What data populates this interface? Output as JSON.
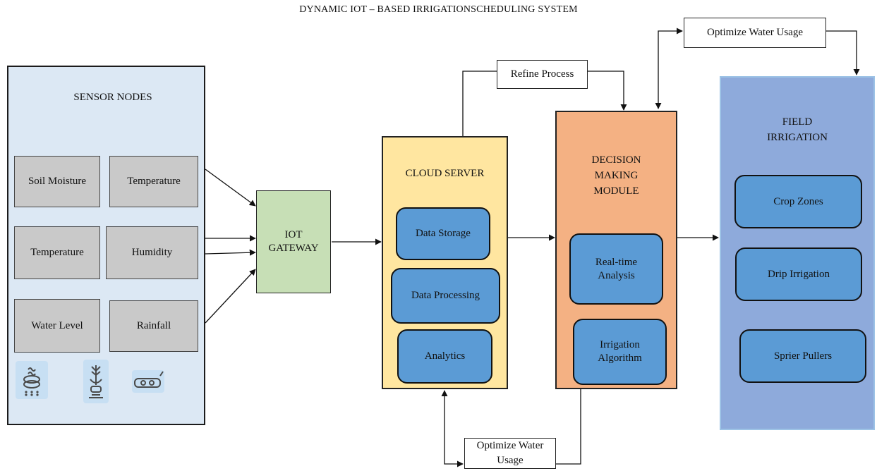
{
  "title": "DYNAMIC IOT – BASED IRRIGATIONSCHEDULING SYSTEM",
  "sensor_nodes": {
    "title": "SENSOR NODES",
    "sensors": [
      "Soil Moisture",
      "Temperature",
      "Temperature",
      "Humidity",
      "Water Level",
      "Rainfall"
    ],
    "icons": [
      "soil-moisture-sensor-icon",
      "plant-sensor-icon",
      "water-flow-sensor-icon"
    ]
  },
  "gateway": {
    "line1": "IOT",
    "line2": "GATEWAY"
  },
  "cloud_server": {
    "title": "CLOUD SERVER",
    "items": [
      "Data Storage",
      "Data Processing",
      "Analytics"
    ]
  },
  "decision_module": {
    "title_line1": "DECISION",
    "title_line2": "MAKING",
    "title_line3": "MODULE",
    "items": [
      {
        "line1": "Real-time",
        "line2": "Analysis"
      },
      {
        "line1": "Irrigation",
        "line2": "Algorithm"
      }
    ]
  },
  "field_irrigation": {
    "title_line1": "FIELD",
    "title_line2": "IRRIGATION",
    "items": [
      "Crop Zones",
      "Drip Irrigation",
      "Sprier Pullers"
    ]
  },
  "refine_process": "Refine Process",
  "optimize_top": "Optimize Water Usage",
  "optimize_bottom": {
    "line1": "Optimize Water",
    "line2": "Usage"
  },
  "colors": {
    "sensor_panel": "#dce8f4",
    "gateway": "#c7dfb6",
    "cloud": "#ffe6a0",
    "decision": "#f4b183",
    "field": "#8eaadb",
    "component": "#5b9bd5",
    "sensor_box": "#c9c9c9"
  }
}
